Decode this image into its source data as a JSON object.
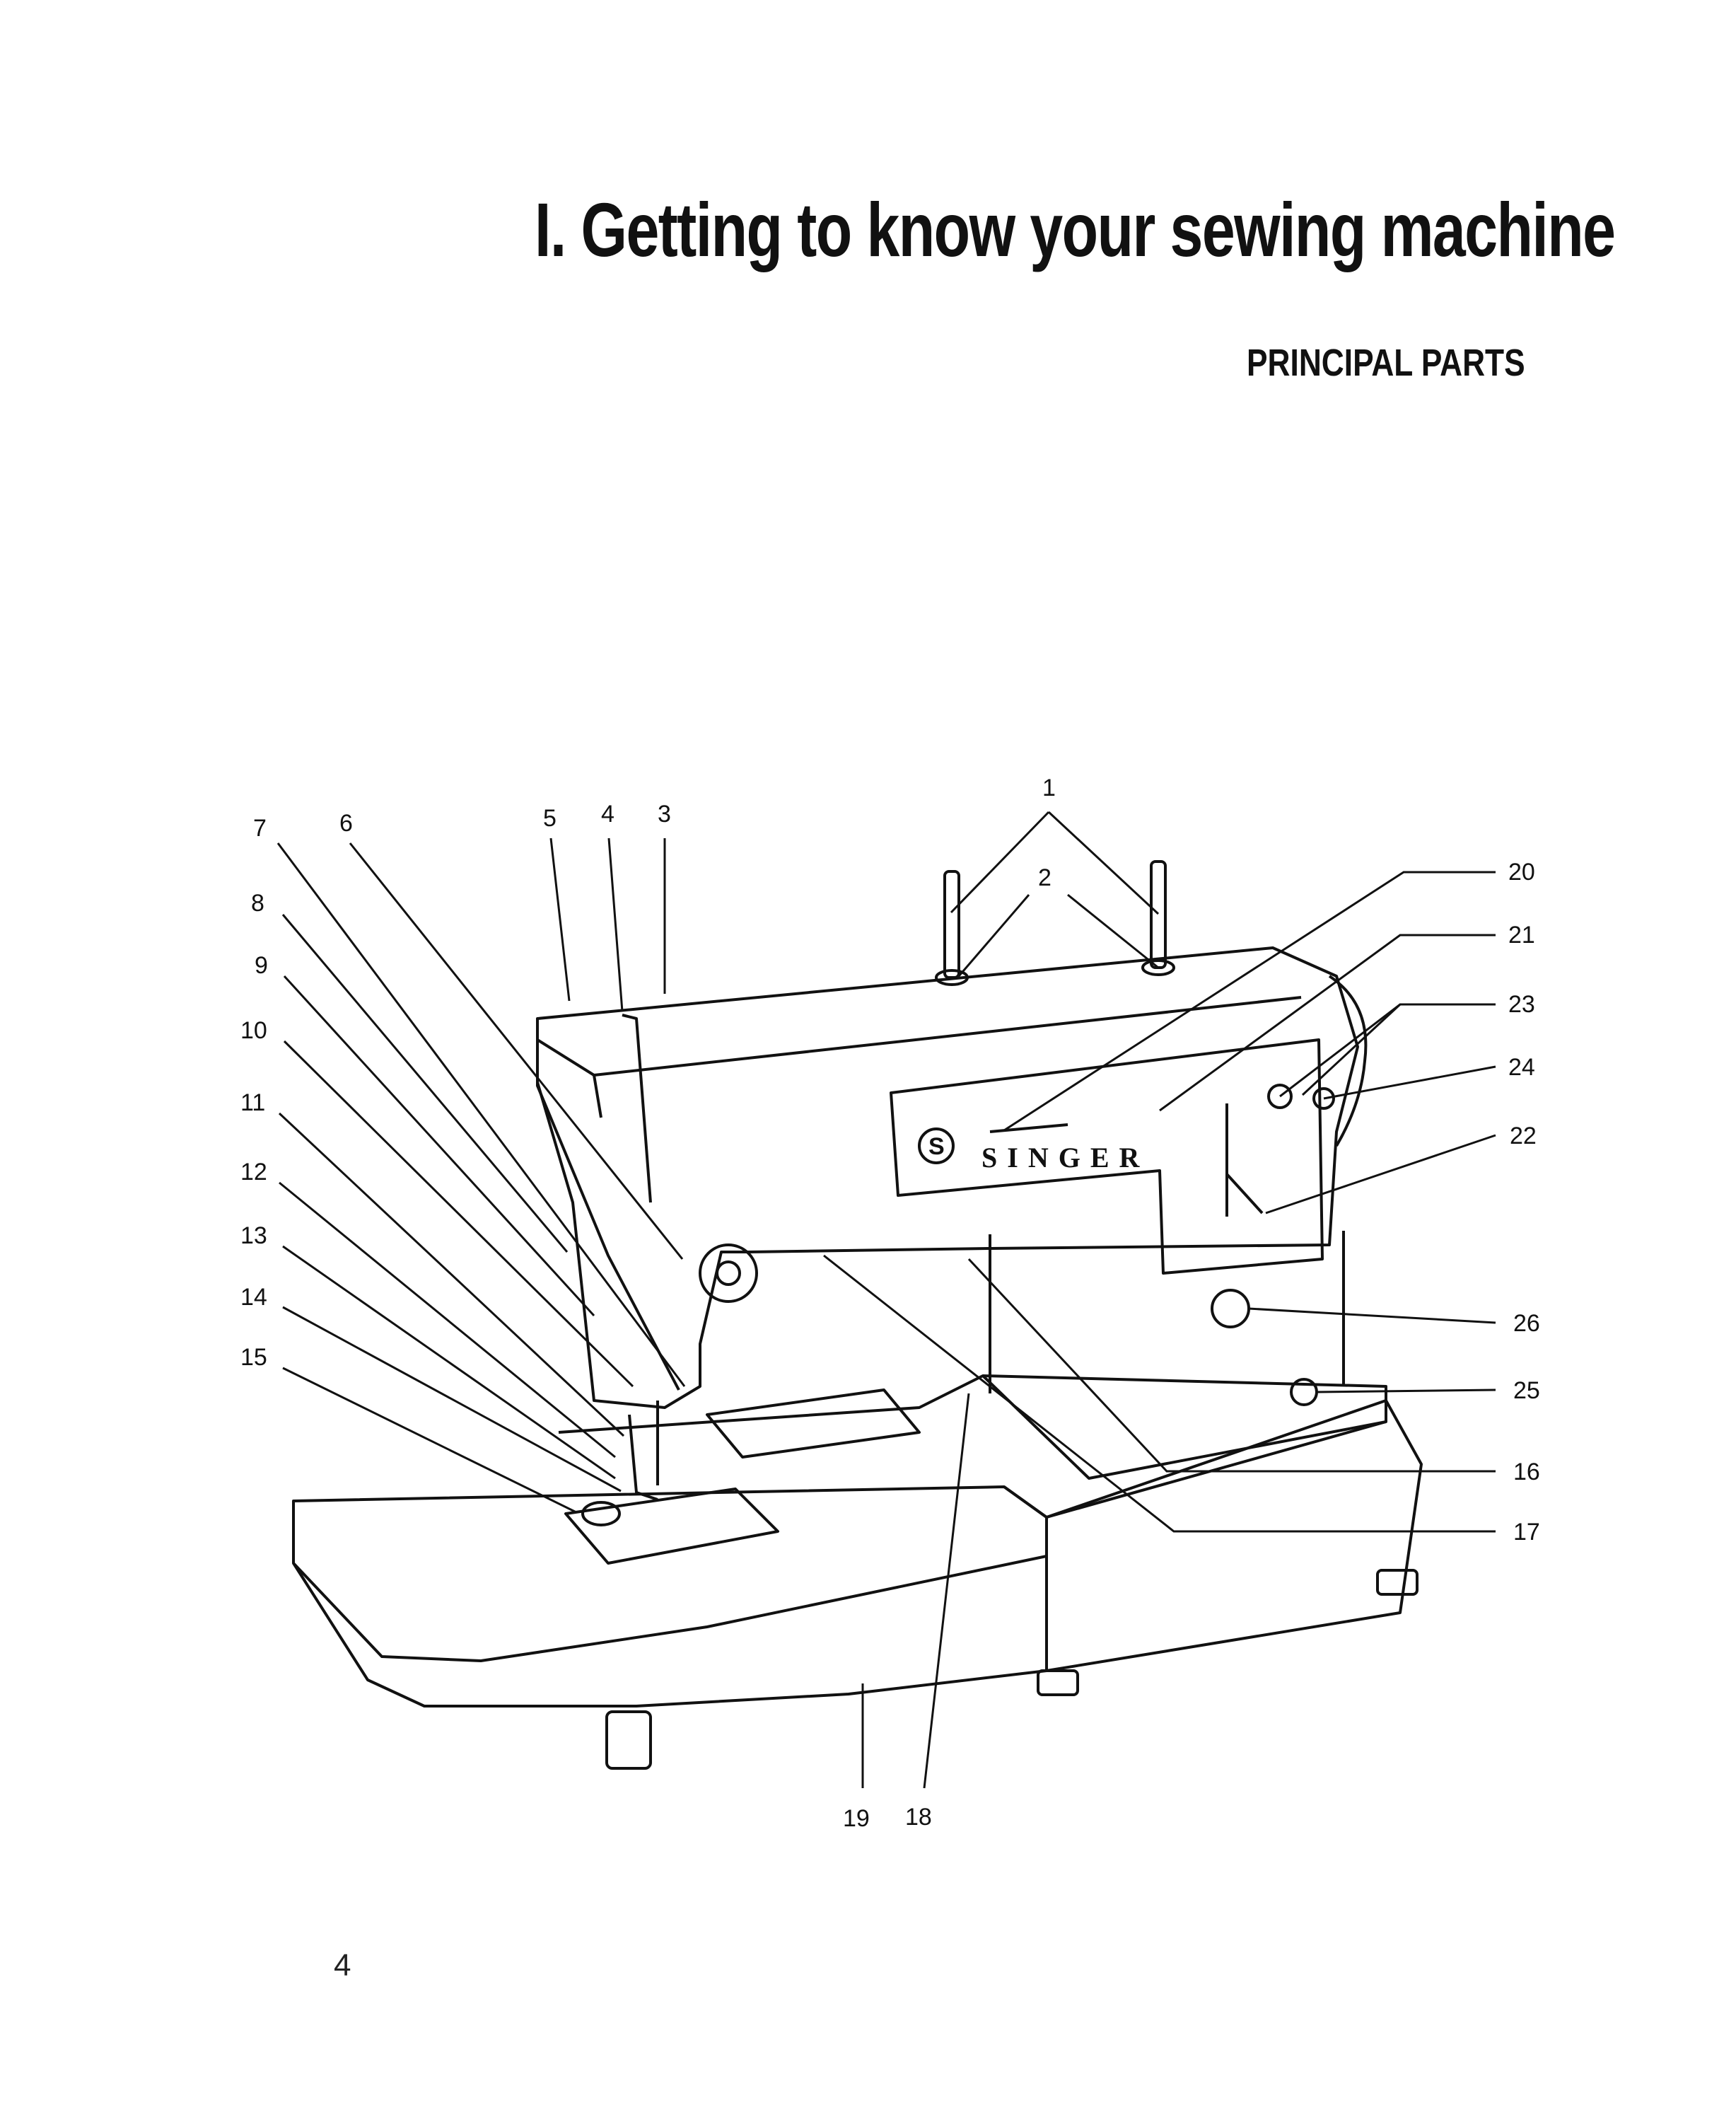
{
  "page": {
    "title": "I. Getting to know your sewing machine",
    "section": "PRINCIPAL PARTS",
    "page_number": "4"
  },
  "figure": {
    "brand": "SINGER",
    "brand_logo_letter": "S",
    "callouts": [
      "1",
      "2",
      "3",
      "4",
      "5",
      "6",
      "7",
      "8",
      "9",
      "10",
      "11",
      "12",
      "13",
      "14",
      "15",
      "16",
      "17",
      "18",
      "19",
      "20",
      "21",
      "22",
      "23",
      "24",
      "25",
      "26"
    ]
  }
}
